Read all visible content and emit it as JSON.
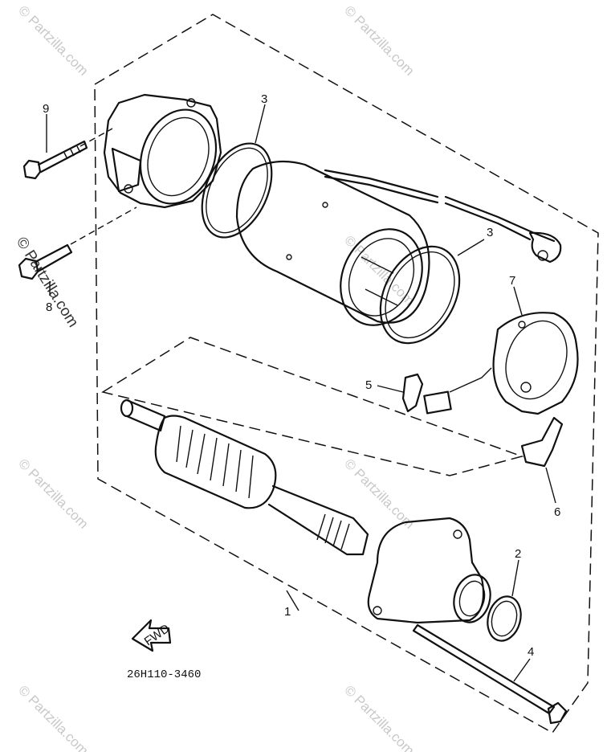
{
  "watermark": {
    "text": "© Partzilla.com",
    "color": "#c8c8c8"
  },
  "diagram": {
    "drawing_code": "26H110-3460",
    "fwd_arrow_label": "FWD",
    "callouts": {
      "c1": "1",
      "c2": "2",
      "c3a": "3",
      "c3b": "3",
      "c4": "4",
      "c5": "5",
      "c6": "6",
      "c7": "7",
      "c8": "8",
      "c9": "9"
    }
  }
}
